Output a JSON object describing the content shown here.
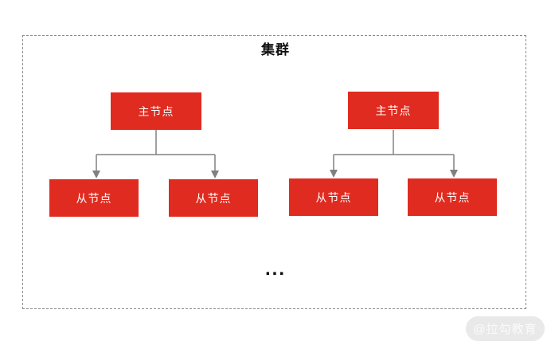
{
  "diagram": {
    "title": "集群",
    "clusters": [
      {
        "master": {
          "label": "主节点"
        },
        "slaves": [
          {
            "label": "从节点"
          },
          {
            "label": "从节点"
          }
        ]
      },
      {
        "master": {
          "label": "主节点"
        },
        "slaves": [
          {
            "label": "从节点"
          },
          {
            "label": "从节点"
          }
        ]
      }
    ],
    "ellipsis": "...",
    "watermark": "@拉勾教育",
    "colors": {
      "node_fill": "#e02b20",
      "node_text": "#ffffff",
      "connector": "#808080",
      "border": "#8a8a8a",
      "title_text": "#111111",
      "watermark_bg": "#e9e9e9",
      "watermark_text": "#fafafa"
    }
  }
}
